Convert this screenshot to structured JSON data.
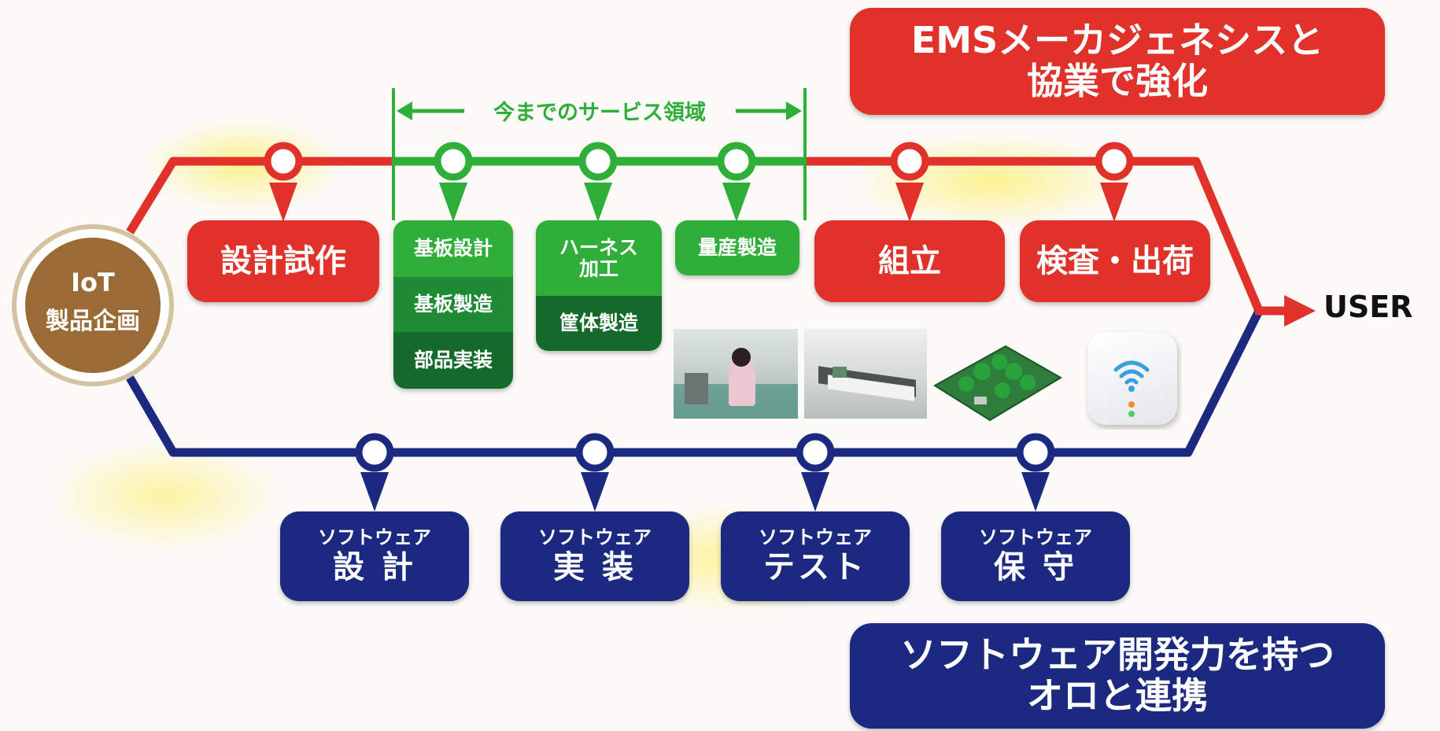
{
  "start_node": {
    "line1": "IoT",
    "line2": "製品企画"
  },
  "end_label": "USER",
  "range_label": "今までのサービス領域",
  "hardware_steps": {
    "prototype": "設計試作",
    "board_design": "基板設計",
    "board_manufacturing": "基板製造",
    "component_mounting": "部品実装",
    "harness_line1": "ハーネス",
    "harness_line2": "加工",
    "enclosure": "筐体製造",
    "mass_production": "量産製造",
    "assembly": "組立",
    "inspection_shipping": "検査・出荷"
  },
  "software_steps": [
    {
      "top": "ソフトウェア",
      "main": "設 計"
    },
    {
      "top": "ソフトウェア",
      "main": "実 装"
    },
    {
      "top": "ソフトウェア",
      "main": "テスト"
    },
    {
      "top": "ソフトウェア",
      "main": "保 守"
    }
  ],
  "ems_callout": {
    "line1": "EMSメーカジェネシスと",
    "line2": "協業で強化"
  },
  "software_callout": {
    "line1": "ソフトウェア開発力を持つ",
    "line2": "オロと連携"
  },
  "colors": {
    "red": "#e0322a",
    "green": "#2fae3a",
    "navy": "#1b2a80",
    "brown": "#9a6b34"
  },
  "photos": [
    "factory-worker-photo",
    "production-line-photo",
    "circuit-board-photo",
    "wifi-device-photo"
  ]
}
